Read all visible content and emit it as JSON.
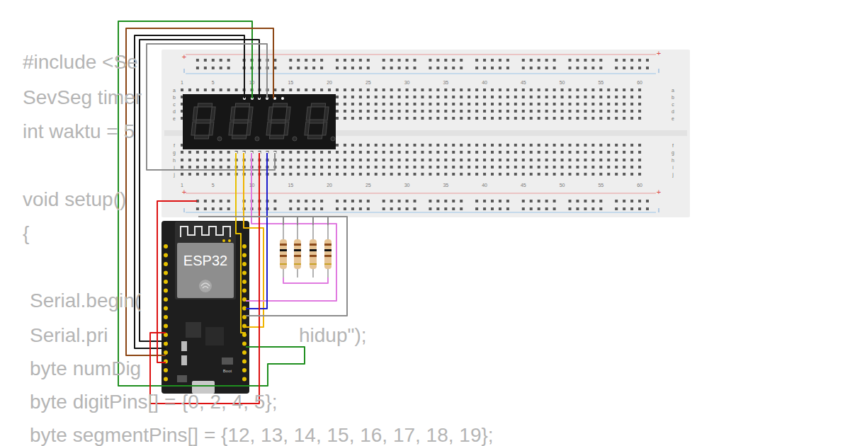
{
  "diagram": {
    "labels": [
      "#include <Se",
      "SevSeg timer",
      "int waktu = 5",
      "void setup()",
      "{",
      "Serial.begin(",
      "Serial.pri",
      "hidup\");",
      "byte numDig",
      "byte digitPins[] = {0, 2, 4, 5};",
      "byte segmentPins[] = {12, 13, 14, 15, 16, 17, 18, 19};",
      "1",
      "5",
      "10",
      "15",
      "20",
      "25",
      "30",
      "35",
      "40",
      "45",
      "50",
      "55",
      "60",
      "1",
      "5",
      "10",
      "15",
      "20",
      "25",
      "30",
      "35",
      "40",
      "45",
      "50",
      "55",
      "60",
      "a",
      "b",
      "c",
      "d",
      "e",
      "a",
      "b",
      "c",
      "d",
      "e",
      "f",
      "g",
      "h",
      "i",
      "j",
      "f",
      "g",
      "h",
      "i",
      "j",
      "+",
      "+",
      "+",
      "+",
      "ESP32",
      "Boot"
    ]
  }
}
